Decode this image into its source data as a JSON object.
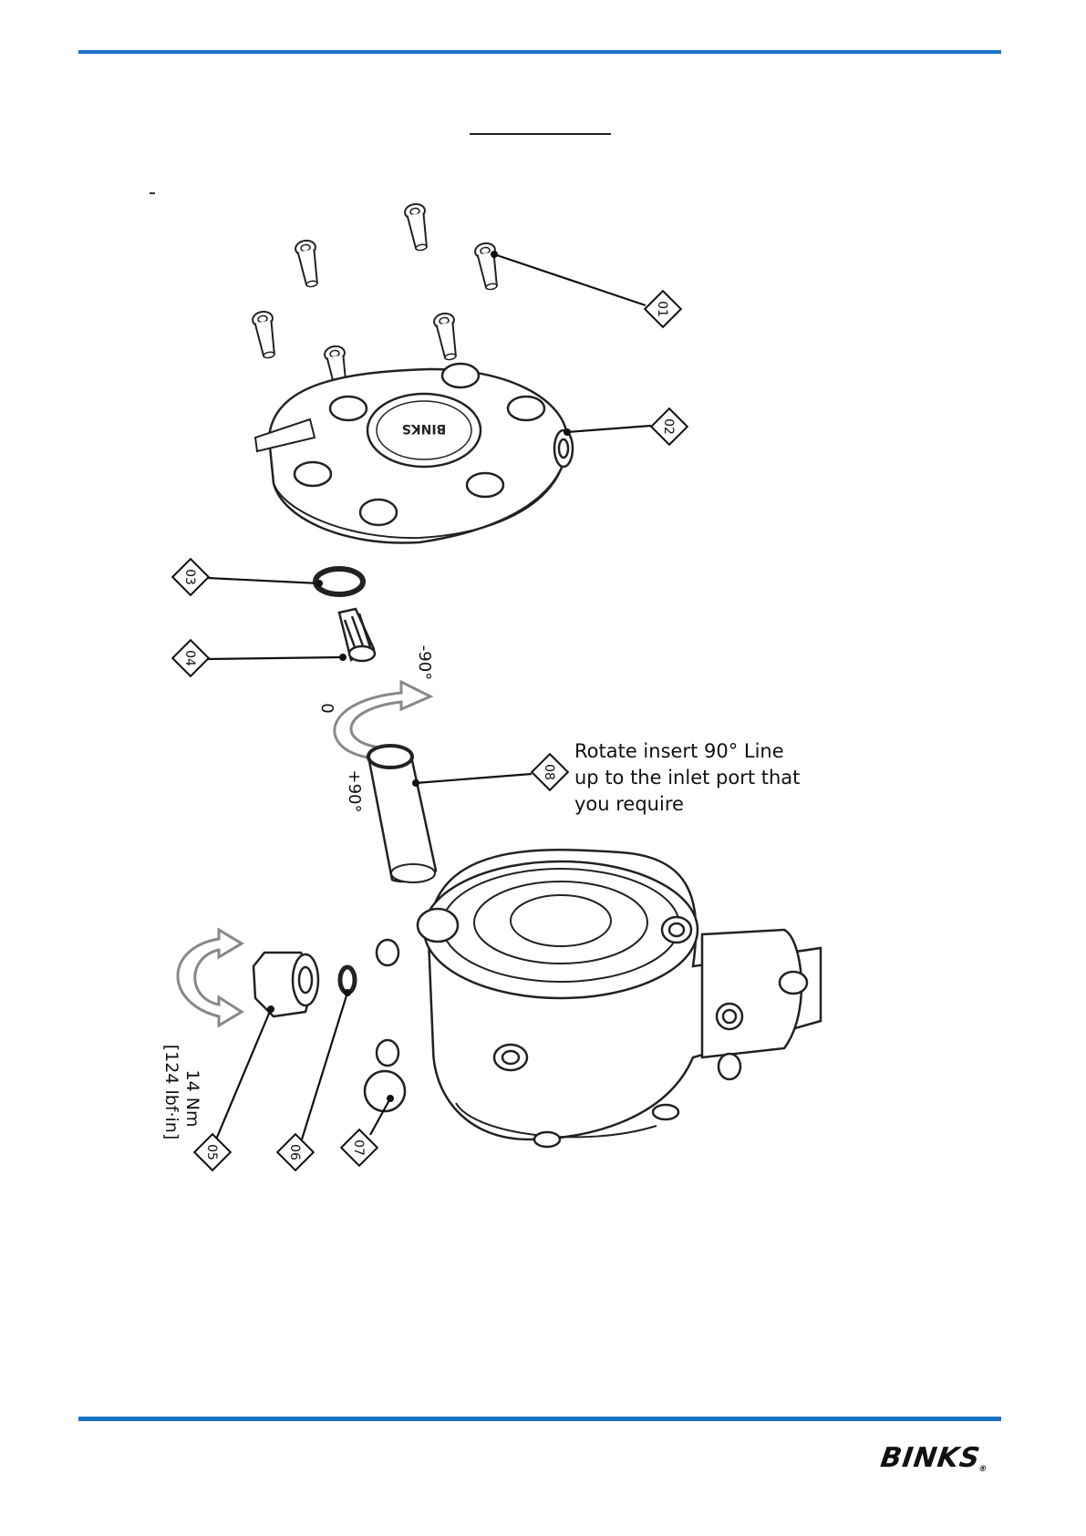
{
  "callouts": [
    "01",
    "02",
    "03",
    "04",
    "05",
    "06",
    "07",
    "08"
  ],
  "rotation_labels": {
    "minus": "-90°",
    "zero": "0",
    "plus": "+90°"
  },
  "note": "Rotate insert 90° Line up to the inlet port that you require",
  "torque": {
    "line1": "14 Nm",
    "line2": "[124 lbf·in]"
  },
  "logo": {
    "text": "BINKS",
    "reg": "®"
  },
  "colors": {
    "rule": "#1a73c2"
  }
}
